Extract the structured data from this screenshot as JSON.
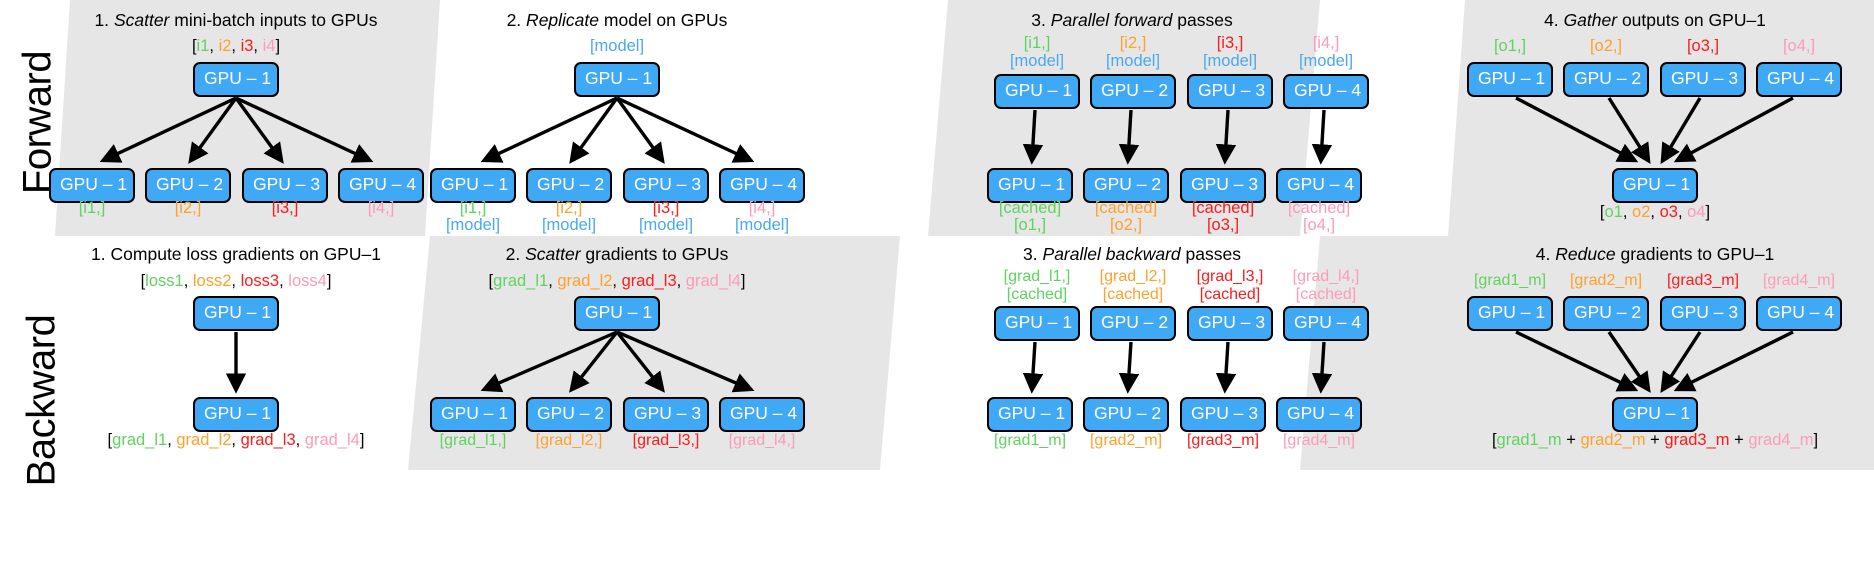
{
  "colors": {
    "gpu_fill": "#3fa9f5",
    "band_fill": "#e6e6e6",
    "shard1": "#5fd35f",
    "shard2": "#ffa12b",
    "shard3": "#ff1a1a",
    "shard4": "#ff9ab8",
    "model": "#4aa8ef"
  },
  "rows": {
    "forward_label": "Forward",
    "backward_label": "Backward"
  },
  "forward": {
    "step1": {
      "num": "1.",
      "em": "Scatter",
      "rest": "mini-batch inputs to GPUs",
      "top_label": "[i1, i2, i3, i4]",
      "top_gpu": "GPU – 1",
      "bottom_gpus": [
        "GPU – 1",
        "GPU – 2",
        "GPU – 3",
        "GPU – 4"
      ],
      "bottom_labels": [
        "[i1,]",
        "[i2,]",
        "[i3,]",
        "[i4,]"
      ]
    },
    "step2": {
      "num": "2.",
      "em": "Replicate",
      "rest": "model on GPUs",
      "top_label": "[model]",
      "top_gpu": "GPU – 1",
      "bottom_gpus": [
        "GPU – 1",
        "GPU – 2",
        "GPU – 3",
        "GPU – 4"
      ],
      "bottom_labels_line1": [
        "[i1,]",
        "[i2,]",
        "[i3,]",
        "[i4,]"
      ],
      "bottom_labels_line2": [
        "[model]",
        "[model]",
        "[model]",
        "[model]"
      ]
    },
    "step3": {
      "num": "3.",
      "em": "Parallel forward",
      "rest": "passes",
      "top_labels_line1": [
        "[i1,]",
        "[i2,]",
        "[i3,]",
        "[i4,]"
      ],
      "top_labels_line2": [
        "[model]",
        "[model]",
        "[model]",
        "[model]"
      ],
      "top_gpus": [
        "GPU – 1",
        "GPU – 2",
        "GPU – 3",
        "GPU – 4"
      ],
      "bottom_gpus": [
        "GPU – 1",
        "GPU – 2",
        "GPU – 3",
        "GPU – 4"
      ],
      "bottom_labels_line1": [
        "[cached]",
        "[cached]",
        "[cached]",
        "[cached]"
      ],
      "bottom_labels_line2": [
        "[o1,]",
        "[o2,]",
        "[o3,]",
        "[o4,]"
      ]
    },
    "step4": {
      "num": "4.",
      "em": "Gather",
      "rest": "outputs on GPU–1",
      "top_labels": [
        "[o1,]",
        "[o2,]",
        "[o3,]",
        "[o4,]"
      ],
      "top_gpus": [
        "GPU – 1",
        "GPU – 2",
        "GPU – 3",
        "GPU – 4"
      ],
      "bottom_gpu": "GPU – 1",
      "bottom_label": "[o1, o2, o3, o4]"
    }
  },
  "backward": {
    "step1": {
      "num": "1.",
      "em": "",
      "rest": "Compute loss gradients on GPU–1",
      "top_label": "[loss1, loss2, loss3, loss4]",
      "top_gpu": "GPU – 1",
      "bottom_gpu": "GPU – 1",
      "bottom_label": "[grad_l1, grad_l2, grad_l3, grad_l4]"
    },
    "step2": {
      "num": "2.",
      "em": "Scatter",
      "rest": "gradients to GPUs",
      "top_label": "[grad_l1, grad_l2, grad_l3, grad_l4]",
      "top_gpu": "GPU – 1",
      "bottom_gpus": [
        "GPU – 1",
        "GPU – 2",
        "GPU – 3",
        "GPU – 4"
      ],
      "bottom_labels": [
        "[grad_l1,]",
        "[grad_l2,]",
        "[grad_l3,]",
        "[grad_l4,]"
      ]
    },
    "step3": {
      "num": "3.",
      "em": "Parallel backward",
      "rest": "passes",
      "top_labels_line1": [
        "[grad_l1,]",
        "[grad_l2,]",
        "[grad_l3,]",
        "[grad_l4,]"
      ],
      "top_labels_line2": [
        "[cached]",
        "[cached]",
        "[cached]",
        "[cached]"
      ],
      "top_gpus": [
        "GPU – 1",
        "GPU – 2",
        "GPU – 3",
        "GPU – 4"
      ],
      "bottom_gpus": [
        "GPU – 1",
        "GPU – 2",
        "GPU – 3",
        "GPU – 4"
      ],
      "bottom_labels": [
        "[grad1_m]",
        "[grad2_m]",
        "[grad3_m]",
        "[grad4_m]"
      ]
    },
    "step4": {
      "num": "4.",
      "em": "Reduce",
      "rest": "gradients to GPU–1",
      "top_labels": [
        "[grad1_m]",
        "[grad2_m]",
        "[grad3_m]",
        "[grad4_m]"
      ],
      "top_gpus": [
        "GPU – 1",
        "GPU – 2",
        "GPU – 3",
        "GPU – 4"
      ],
      "bottom_gpu": "GPU – 1",
      "bottom_label": "[grad1_m + grad2_m + grad3_m + grad4_m]"
    }
  }
}
